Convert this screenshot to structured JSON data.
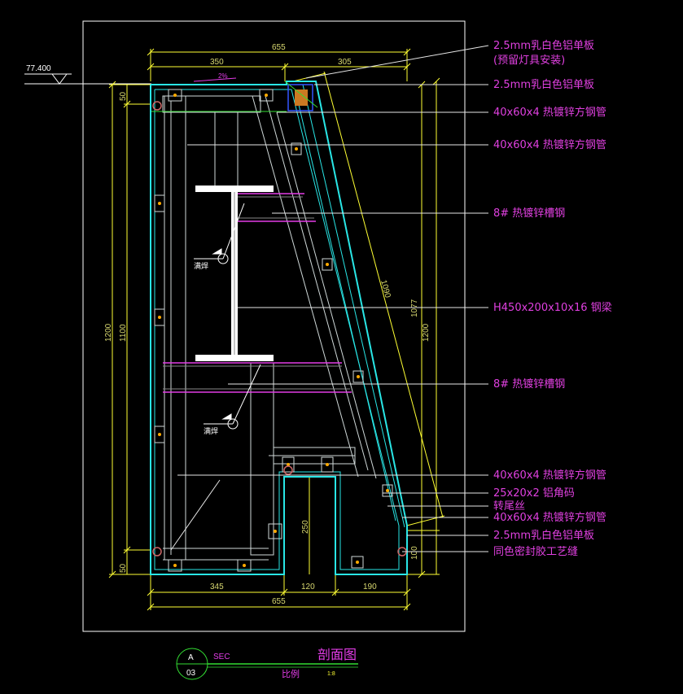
{
  "elevation": {
    "label": "77.400"
  },
  "dimensions": {
    "top_total": "655",
    "top_left": "350",
    "top_right": "305",
    "slope": "2%",
    "left_outer": "1200",
    "left_inner": "1100",
    "left_top_small": "50",
    "left_bottom_small": "50",
    "right_outer": "1200",
    "right_inner": "1077",
    "diagonal": "1090",
    "notch_height": "250",
    "bottom_left": "345",
    "bottom_mid": "120",
    "bottom_right": "190",
    "bottom_total": "655",
    "right_small": "100"
  },
  "weld_labels": [
    "满焊",
    "满焊"
  ],
  "callouts": [
    {
      "text": "2.5mm乳白色铝单板",
      "sub": "(预留灯具安装)"
    },
    {
      "text": "2.5mm乳白色铝单板"
    },
    {
      "text": "40x60x4 热镀锌方钢管"
    },
    {
      "text": "40x60x4 热镀锌方钢管"
    },
    {
      "text": "8# 热镀锌槽钢"
    },
    {
      "text": "H450x200x10x16 钢梁"
    },
    {
      "text": "8# 热镀锌槽钢"
    },
    {
      "text": "40x60x4 热镀锌方钢管"
    },
    {
      "text": "25x20x2 铝角码"
    },
    {
      "text": "转尾丝"
    },
    {
      "text": "40x60x4 热镀锌方钢管"
    },
    {
      "text": "2.5mm乳白色铝单板"
    },
    {
      "text": "同色密封胶工艺缝"
    }
  ],
  "title_block": {
    "circle_top": "A",
    "circle_bottom": "03",
    "sec": "SEC",
    "title": "剖面图",
    "scale_label": "比例",
    "scale_value": "1:8"
  },
  "colors": {
    "background": "#000000",
    "outline_cyan": "#29e6e6",
    "dimension_yellow": "#ffff33",
    "annotation_magenta": "#e23ce6",
    "beam_white": "#ffffff",
    "section_green": "#33dd33"
  }
}
